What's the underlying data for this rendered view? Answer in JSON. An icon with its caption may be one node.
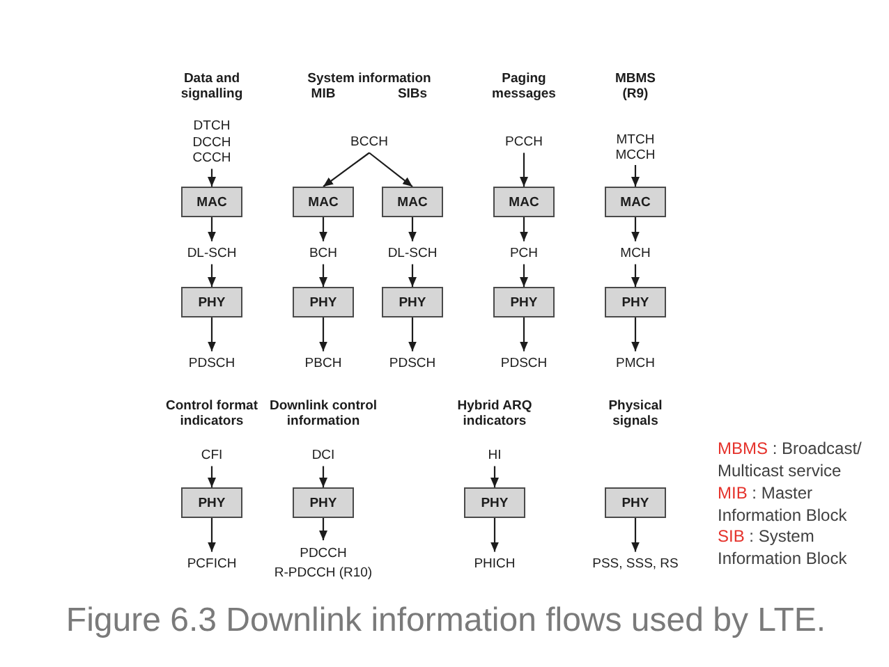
{
  "diagram": {
    "caption": "Figure 6.3 Downlink information flows used by LTE.",
    "nodes": [
      {
        "text": [
          "DTCH",
          "DCCH",
          "CCCH"
        ]
      },
      {
        "text": [
          "MAC"
        ]
      },
      {
        "text": [
          "DL-SCH"
        ]
      },
      {
        "text": [
          "PHY"
        ]
      },
      {
        "text": [
          "PDSCH"
        ]
      },
      {
        "text": [
          "BCCH"
        ]
      },
      {
        "text": [
          "MAC"
        ]
      },
      {
        "text": [
          "BCH"
        ]
      },
      {
        "text": [
          "PHY"
        ]
      },
      {
        "text": [
          "PBCH"
        ]
      },
      {
        "text": [
          "MAC"
        ]
      },
      {
        "text": [
          "DL-SCH"
        ]
      },
      {
        "text": [
          "PHY"
        ]
      },
      {
        "text": [
          "PDSCH"
        ]
      },
      {
        "text": [
          "PCCH"
        ]
      },
      {
        "text": [
          "MAC"
        ]
      },
      {
        "text": [
          "PCH"
        ]
      },
      {
        "text": [
          "PHY"
        ]
      },
      {
        "text": [
          "PDSCH"
        ]
      },
      {
        "text": [
          "MTCH",
          "MCCH"
        ]
      },
      {
        "text": [
          "MAC"
        ]
      },
      {
        "text": [
          "MCH"
        ]
      },
      {
        "text": [
          "PHY"
        ]
      },
      {
        "text": [
          "PMCH"
        ]
      },
      {
        "text": [
          "CFI"
        ]
      },
      {
        "text": [
          "PHY"
        ]
      },
      {
        "text": [
          "PCFICH"
        ]
      },
      {
        "text": [
          "DCI"
        ]
      },
      {
        "text": [
          "PHY"
        ]
      },
      {
        "text": [
          "PDCCH",
          "R-PDCCH (R10)"
        ]
      },
      {
        "text": [
          "HI"
        ]
      },
      {
        "text": [
          "PHY"
        ]
      },
      {
        "text": [
          "PHICH"
        ]
      },
      {
        "text": [
          "PHY"
        ]
      },
      {
        "text": [
          "PSS, SSS, RS"
        ]
      }
    ],
    "edges": [
      {
        "from": 0,
        "to": 1,
        "arrow": "to"
      },
      {
        "from": 1,
        "to": 2,
        "arrow": "to"
      },
      {
        "from": 2,
        "to": 3,
        "arrow": "to"
      },
      {
        "from": 3,
        "to": 4,
        "arrow": "to"
      },
      {
        "from": 5,
        "to": 6,
        "arrow": "to"
      },
      {
        "from": 6,
        "to": 7,
        "arrow": "to"
      },
      {
        "from": 7,
        "to": 8,
        "arrow": "to"
      },
      {
        "from": 8,
        "to": 9,
        "arrow": "to"
      },
      {
        "from": 5,
        "to": 10,
        "arrow": "to"
      },
      {
        "from": 10,
        "to": 11,
        "arrow": "to"
      },
      {
        "from": 11,
        "to": 12,
        "arrow": "to"
      },
      {
        "from": 12,
        "to": 13,
        "arrow": "to"
      },
      {
        "from": 14,
        "to": 15,
        "arrow": "to"
      },
      {
        "from": 15,
        "to": 16,
        "arrow": "to"
      },
      {
        "from": 16,
        "to": 17,
        "arrow": "to"
      },
      {
        "from": 17,
        "to": 18,
        "arrow": "to"
      },
      {
        "from": 19,
        "to": 20,
        "arrow": "to"
      },
      {
        "from": 20,
        "to": 21,
        "arrow": "to"
      },
      {
        "from": 21,
        "to": 22,
        "arrow": "to"
      },
      {
        "from": 22,
        "to": 23,
        "arrow": "to"
      },
      {
        "from": 24,
        "to": 25,
        "arrow": "to"
      },
      {
        "from": 25,
        "to": 26,
        "arrow": "to"
      },
      {
        "from": 27,
        "to": 28,
        "arrow": "to"
      },
      {
        "from": 28,
        "to": 29,
        "arrow": "to"
      },
      {
        "from": 30,
        "to": 31,
        "arrow": "to"
      },
      {
        "from": 31,
        "to": 32,
        "arrow": "to"
      },
      {
        "from": 33,
        "to": 34,
        "arrow": "to"
      }
    ],
    "labels": [
      "Data and signalling",
      "System information",
      "MIB",
      "SIBs",
      "Paging messages",
      "MBMS (R9)",
      "Control format indicators",
      "Downlink control information",
      "Hybrid ARQ indicators",
      "Physical signals",
      "MBMS : Broadcast/ Multicast service",
      "MIB : Master Information Block",
      "SIB : System Information Block"
    ]
  }
}
